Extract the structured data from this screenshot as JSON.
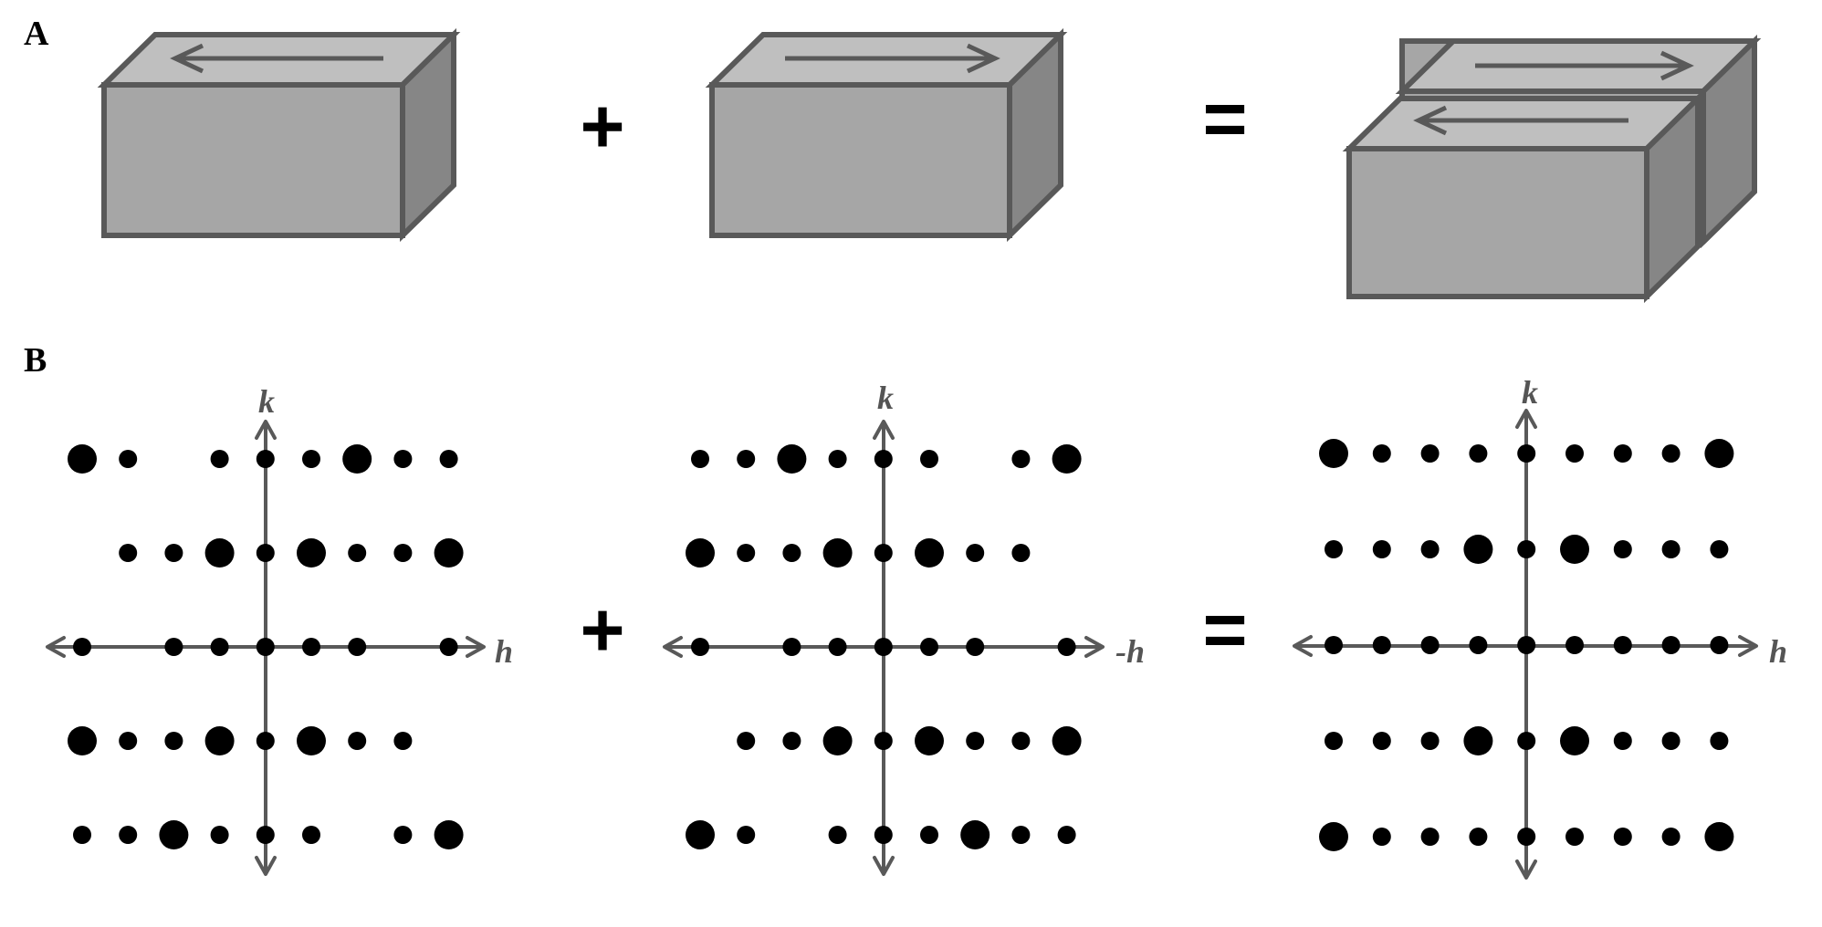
{
  "labels": {
    "panel_a": "A",
    "panel_b": "B"
  },
  "operators": {
    "plus": "+",
    "equals": "="
  },
  "axes": {
    "k": "k",
    "h": "h",
    "neg_h": "-h"
  },
  "colors": {
    "box_front": "#a6a6a6",
    "box_top": "#bfbfbf",
    "box_side": "#868686",
    "box_stroke": "#595959",
    "axis": "#595959",
    "spot": "#000000"
  },
  "lattices": [
    {
      "rows": [
        [
          "L",
          "S",
          null,
          "S",
          "S",
          "S",
          "L",
          "S",
          "S"
        ],
        [
          null,
          "S",
          "S",
          "L",
          "S",
          "L",
          "S",
          "S",
          "L"
        ],
        [
          "S",
          null,
          "S",
          "S",
          "S",
          "S",
          "S",
          null,
          "S"
        ],
        [
          "L",
          "S",
          "S",
          "L",
          "S",
          "L",
          "S",
          "S",
          null
        ],
        [
          "S",
          "S",
          "L",
          "S",
          "S",
          "S",
          null,
          "S",
          "L"
        ]
      ]
    },
    {
      "rows": [
        [
          "S",
          "S",
          "L",
          "S",
          "S",
          "S",
          null,
          "S",
          "L"
        ],
        [
          "L",
          "S",
          "S",
          "L",
          "S",
          "L",
          "S",
          "S",
          null
        ],
        [
          "S",
          null,
          "S",
          "S",
          "S",
          "S",
          "S",
          null,
          "S"
        ],
        [
          null,
          "S",
          "S",
          "L",
          "S",
          "L",
          "S",
          "S",
          "L"
        ],
        [
          "L",
          "S",
          null,
          "S",
          "S",
          "S",
          "L",
          "S",
          "S"
        ]
      ]
    },
    {
      "rows": [
        [
          "L",
          "S",
          "S",
          "S",
          "S",
          "S",
          "S",
          "S",
          "L"
        ],
        [
          "S",
          "S",
          "S",
          "L",
          "S",
          "L",
          "S",
          "S",
          "S"
        ],
        [
          "S",
          "S",
          "S",
          "S",
          "S",
          "S",
          "S",
          "S",
          "S"
        ],
        [
          "S",
          "S",
          "S",
          "L",
          "S",
          "L",
          "S",
          "S",
          "S"
        ],
        [
          "L",
          "S",
          "S",
          "S",
          "S",
          "S",
          "S",
          "S",
          "L"
        ]
      ]
    }
  ]
}
